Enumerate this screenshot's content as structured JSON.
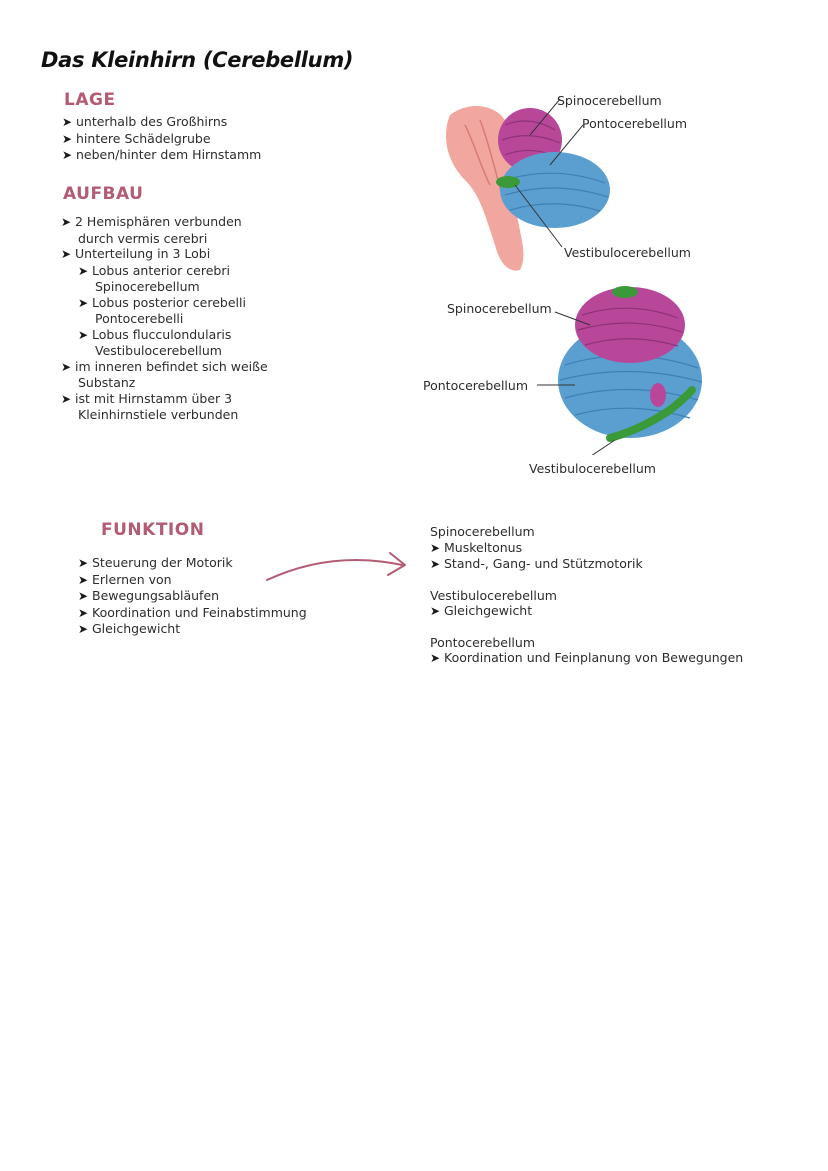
{
  "title": "Das Kleinhirn (Cerebellum)",
  "lage": {
    "heading": "LAGE",
    "items": [
      "unterhalb des Großhirns",
      "hintere Schädelgrube",
      "neben/hinter dem Hirnstamm"
    ]
  },
  "aufbau": {
    "heading": "AUFBAU",
    "lines": [
      {
        "bullet": "➤",
        "text": "2 Hemisphären verbunden"
      },
      {
        "bullet": "",
        "text": "durch vermis cerebri"
      },
      {
        "bullet": "➤",
        "text": "Unterteilung in 3 Lobi"
      },
      {
        "bullet": "➤",
        "text": "Lobus anterior cerebri"
      },
      {
        "bullet": "",
        "text": "Spinocerebellum"
      },
      {
        "bullet": "➤",
        "text": "Lobus posterior cerebelli"
      },
      {
        "bullet": "",
        "text": "Pontocerebelli"
      },
      {
        "bullet": "➤",
        "text": "Lobus flucculondularis"
      },
      {
        "bullet": "",
        "text": "Vestibulocerebellum"
      },
      {
        "bullet": "➤",
        "text": "im inneren befindet sich weiße"
      },
      {
        "bullet": "",
        "text": "Substanz"
      },
      {
        "bullet": "➤",
        "text": "ist mit Hirnstamm über 3"
      },
      {
        "bullet": "",
        "text": "Kleinhirnstiele verbunden"
      }
    ]
  },
  "figure_top": {
    "spino": "Spinocerebellum",
    "ponto": "Pontocerebellum",
    "vestibulo": "Vestibulocerebellum"
  },
  "figure_bottom": {
    "spino": "Spinocerebellum",
    "ponto": "Pontocerebellum",
    "vestibulo": "Vestibulocerebellum"
  },
  "funktion": {
    "heading": "FUNKTION",
    "items": [
      "Steuerung der Motorik",
      "Erlernen von",
      "Bewegungsabläufen",
      "Koordination und Feinabstimmung",
      "Gleichgewicht"
    ]
  },
  "details": {
    "spino_title": "Spinocerebellum",
    "spino_items": [
      "Muskeltonus",
      "Stand-, Gang- und Stützmotorik"
    ],
    "vestibulo_title": "Vestibulocerebellum",
    "vestibulo_items": [
      "Gleichgewicht"
    ],
    "ponto_title": "Pontocerebellum",
    "ponto_items": [
      "Koordination und Feinplanung von Bewegungen"
    ]
  },
  "colors": {
    "heading": "#b35b73",
    "spino": "#b8479a",
    "ponto": "#5b9fd1",
    "vestibulo": "#3a9a3a",
    "brainstem": "#ef9c95",
    "arrow": "#b35b73"
  }
}
